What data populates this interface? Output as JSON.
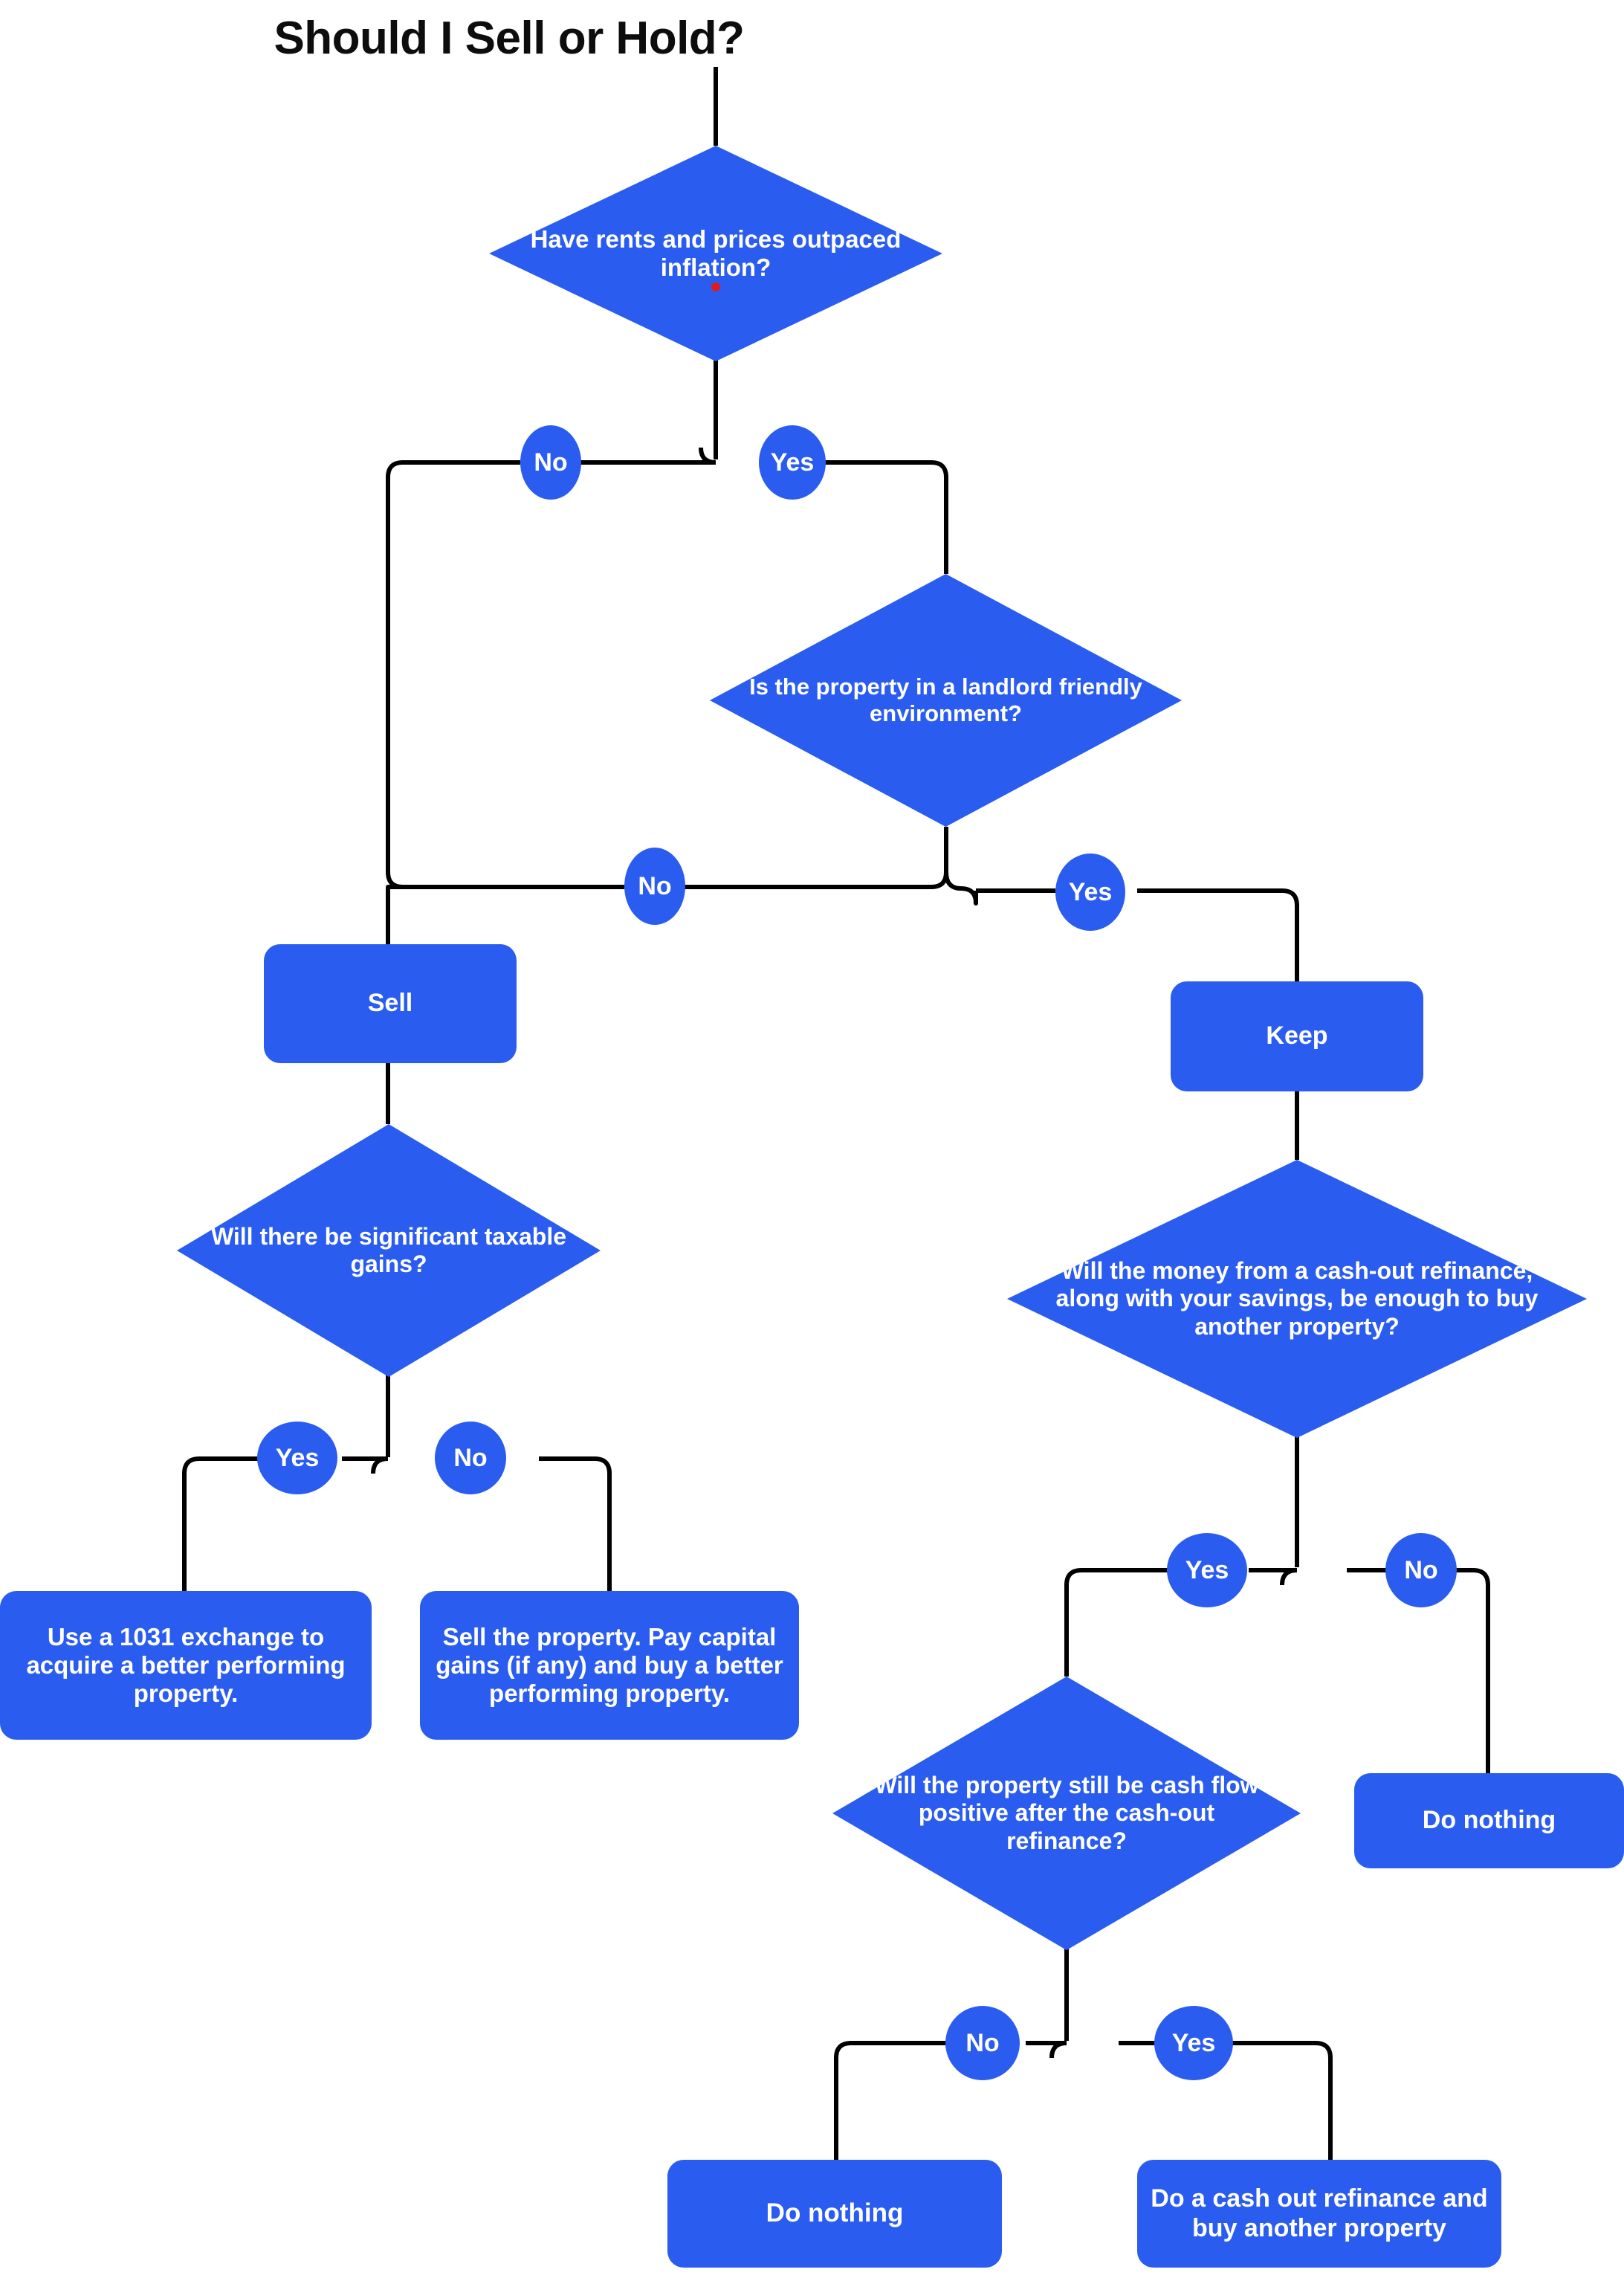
{
  "title": "Should I Sell or Hold?",
  "colors": {
    "node_fill": "#2b5cf0",
    "node_text": "#ffffff",
    "connector": "#000000",
    "title_text": "#0d0d0d",
    "background": "#ffffff",
    "cursor": "#e01b1b"
  },
  "chart_data": {
    "type": "diagram",
    "diagram_type": "flowchart",
    "title": "Should I Sell or Hold?",
    "nodes": [
      {
        "id": "q1",
        "shape": "diamond",
        "text": "Have rents and prices outpaced inflation?"
      },
      {
        "id": "q2",
        "shape": "diamond",
        "text": "Is the property in a landlord friendly environment?"
      },
      {
        "id": "sell",
        "shape": "rounded-rect",
        "text": "Sell"
      },
      {
        "id": "keep",
        "shape": "rounded-rect",
        "text": "Keep"
      },
      {
        "id": "q3",
        "shape": "diamond",
        "text": "Will there be significant taxable gains?"
      },
      {
        "id": "q4",
        "shape": "diamond",
        "text": "Will the money from a cash-out refinance, along with your savings, be enough to buy another property?"
      },
      {
        "id": "r1",
        "shape": "rounded-rect",
        "text": "Use a 1031 exchange to acquire a better performing property."
      },
      {
        "id": "r2",
        "shape": "rounded-rect",
        "text": "Sell the property. Pay capital gains (if any) and buy a better performing property."
      },
      {
        "id": "q5",
        "shape": "diamond",
        "text": "Will the property still be cash flow positive after the cash-out refinance?"
      },
      {
        "id": "r3",
        "shape": "rounded-rect",
        "text": "Do nothing"
      },
      {
        "id": "r4",
        "shape": "rounded-rect",
        "text": "Do nothing"
      },
      {
        "id": "r5",
        "shape": "rounded-rect",
        "text": "Do a cash out refinance and buy another property"
      }
    ],
    "edges": [
      {
        "from": "title",
        "to": "q1",
        "label": ""
      },
      {
        "from": "q1",
        "to": "sell",
        "label": "No"
      },
      {
        "from": "q1",
        "to": "q2",
        "label": "Yes"
      },
      {
        "from": "q2",
        "to": "sell",
        "label": "No"
      },
      {
        "from": "q2",
        "to": "keep",
        "label": "Yes"
      },
      {
        "from": "sell",
        "to": "q3",
        "label": ""
      },
      {
        "from": "q3",
        "to": "r1",
        "label": "Yes"
      },
      {
        "from": "q3",
        "to": "r2",
        "label": "No"
      },
      {
        "from": "keep",
        "to": "q4",
        "label": ""
      },
      {
        "from": "q4",
        "to": "q5",
        "label": "Yes"
      },
      {
        "from": "q4",
        "to": "r3",
        "label": "No"
      },
      {
        "from": "q5",
        "to": "r4",
        "label": "No"
      },
      {
        "from": "q5",
        "to": "r5",
        "label": "Yes"
      }
    ]
  },
  "nodes": {
    "q1": {
      "text": "Have rents and prices outpaced inflation?"
    },
    "q2": {
      "text": "Is the property in a landlord friendly environment?"
    },
    "sell": {
      "text": "Sell"
    },
    "keep": {
      "text": "Keep"
    },
    "q3": {
      "text": "Will there be significant taxable gains?"
    },
    "q4": {
      "text": "Will the money from a cash-out refinance, along with your savings, be enough to buy another property?"
    },
    "q5": {
      "text": "Will the property still be cash flow positive after the cash-out refinance?"
    },
    "r1": {
      "text": "Use a 1031 exchange to acquire a better performing property."
    },
    "r2": {
      "text": "Sell the property. Pay capital gains (if any) and buy a better performing property."
    },
    "r3": {
      "text": "Do nothing"
    },
    "r4": {
      "text": "Do nothing"
    },
    "r5": {
      "text": "Do a cash out refinance and buy another property"
    }
  },
  "edge_labels": {
    "q1_no": "No",
    "q1_yes": "Yes",
    "q2_no": "No",
    "q2_yes": "Yes",
    "q3_yes": "Yes",
    "q3_no": "No",
    "q4_yes": "Yes",
    "q4_no": "No",
    "q5_no": "No",
    "q5_yes": "Yes"
  }
}
